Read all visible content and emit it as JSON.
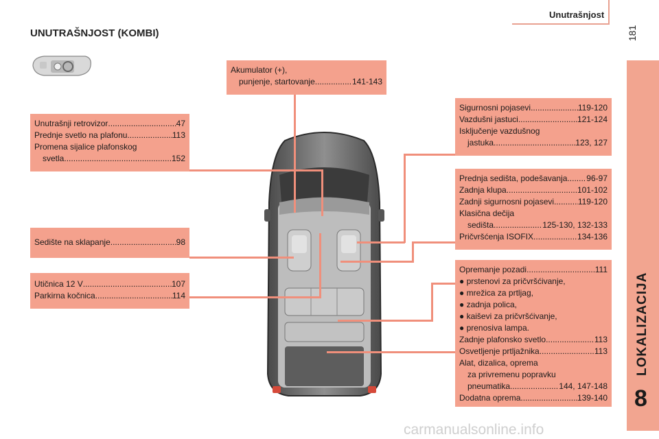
{
  "header": {
    "section_title": "Unutrašnjost",
    "page_number": "181"
  },
  "page_title": "UNUTRAŠNJOST (KOMBI)",
  "side_tab": {
    "label": "LOKALIZACIJA",
    "chapter": "8"
  },
  "boxes": {
    "battery": {
      "rows": [
        {
          "label": "Akumulator (+),",
          "page": ""
        },
        {
          "label": "punjenje, startovanje",
          "page": "141-143",
          "indent": true
        }
      ]
    },
    "mirror": {
      "rows": [
        {
          "label": "Unutrašnji retrovizor",
          "page": "47"
        },
        {
          "label": "Prednje svetlo na plafonu",
          "page": "113"
        },
        {
          "label": "Promena sijalice plafonskog",
          "page": ""
        },
        {
          "label": "svetla",
          "page": "152",
          "indent": true
        }
      ]
    },
    "folding_seat": {
      "rows": [
        {
          "label": "Sedište na sklapanje",
          "page": "98"
        }
      ]
    },
    "socket": {
      "rows": [
        {
          "label": "Utičnica 12 V",
          "page": "107"
        },
        {
          "label": "Parkirna kočnica",
          "page": "114"
        }
      ]
    },
    "belts": {
      "rows": [
        {
          "label": "Sigurnosni pojasevi",
          "page": "119-120"
        },
        {
          "label": "Vazdušni jastuci",
          "page": "121-124"
        },
        {
          "label": "Isključenje vazdušnog",
          "page": ""
        },
        {
          "label": "jastuka",
          "page": "123, 127",
          "indent": true
        }
      ]
    },
    "seats": {
      "rows": [
        {
          "label": "Prednja sedišta, podešavanja",
          "page": "96-97"
        },
        {
          "label": "Zadnja klupa",
          "page": "101-102"
        },
        {
          "label": "Zadnji sigurnosni pojasevi",
          "page": "119-120"
        },
        {
          "label": "Klasična dečija",
          "page": ""
        },
        {
          "label": "sedišta",
          "page": "125-130, 132-133",
          "indent": true
        },
        {
          "label": "Pričvršćenja ISOFIX",
          "page": "134-136"
        }
      ]
    },
    "rear": {
      "rows": [
        {
          "label": "Opremanje pozadi",
          "page": "111"
        },
        {
          "label": "● prstenovi za pričvršćivanje,",
          "page": ""
        },
        {
          "label": "● mrežica za prtljag,",
          "page": ""
        },
        {
          "label": "● zadnja polica,",
          "page": ""
        },
        {
          "label": "● kaiševi za pričvršćivanje,",
          "page": ""
        },
        {
          "label": "● prenosiva lampa.",
          "page": ""
        },
        {
          "label": "Zadnje plafonsko svetlo",
          "page": "113"
        },
        {
          "label": "Osvetljenje prtljažnika",
          "page": "113"
        },
        {
          "label": "Alat, dizalica, oprema",
          "page": ""
        },
        {
          "label": "za privremenu popravku",
          "page": "",
          "indent": true
        },
        {
          "label": "pneumatika",
          "page": "144, 147-148",
          "indent": true
        },
        {
          "label": "Dodatna oprema",
          "page": "139-140"
        }
      ]
    }
  },
  "colors": {
    "box": "#f4a18d",
    "accent": "#f08f7b",
    "band": "#f2a590"
  },
  "watermark": "carmanualsonline.info"
}
